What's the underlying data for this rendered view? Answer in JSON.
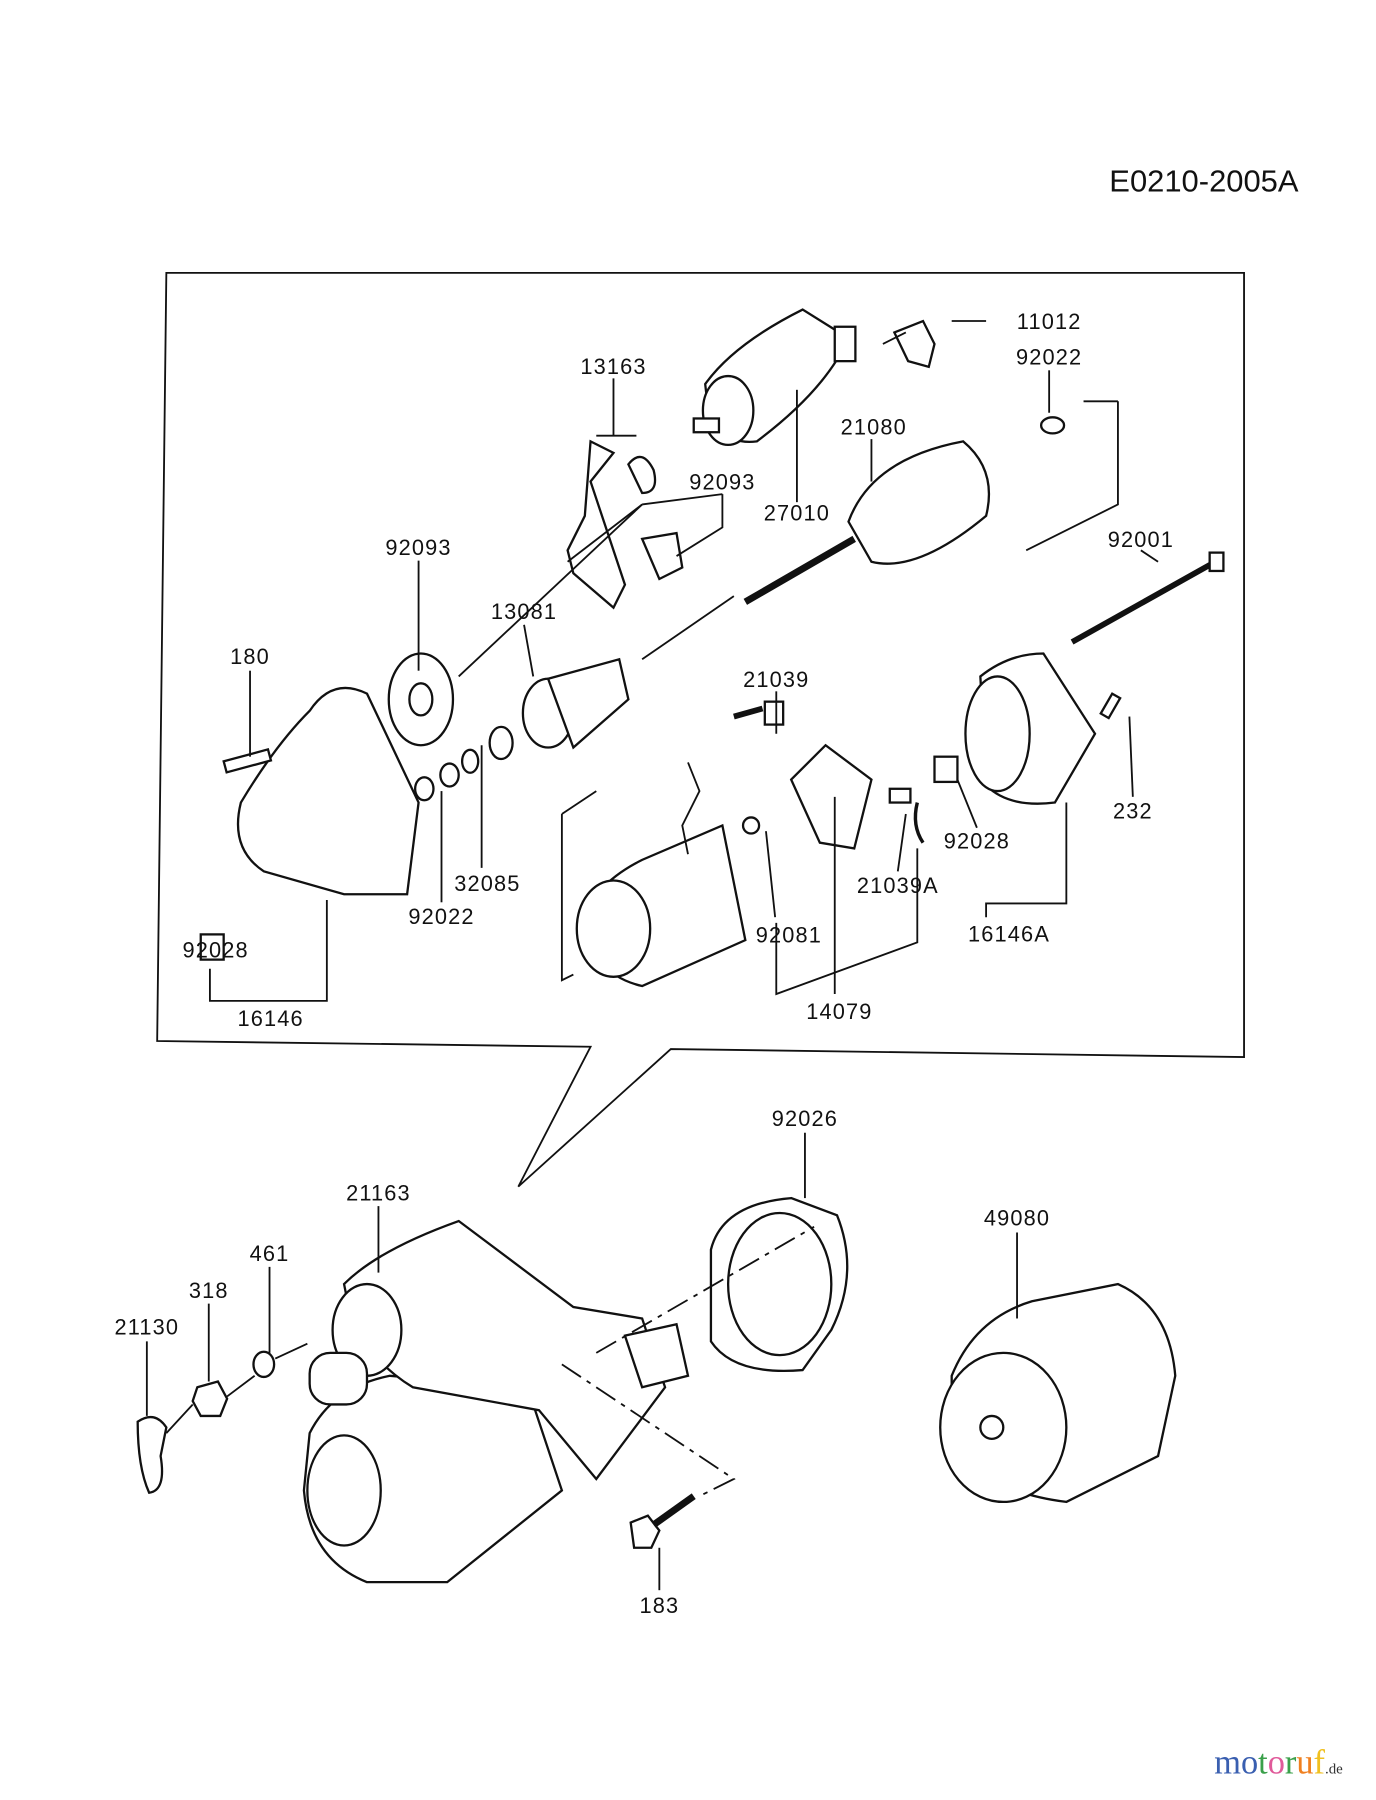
{
  "diagram_code": "E0210-2005A",
  "watermark": {
    "main": "motoruf",
    "suffix": ".de",
    "colors": [
      "#3a5fb0",
      "#3aa04a",
      "#e05a9a",
      "#f08020",
      "#f0c020"
    ]
  },
  "part_labels": {
    "p11012": "11012",
    "p92022a": "92022",
    "p13163": "13163",
    "p21080": "21080",
    "p92093a": "92093",
    "p27010": "27010",
    "p92093b": "92093",
    "p92001": "92001",
    "p13081": "13081",
    "p180": "180",
    "p21039": "21039",
    "p232": "232",
    "p92028a": "92028",
    "p21039A": "21039A",
    "p32085": "32085",
    "p92022b": "92022",
    "p92081": "92081",
    "p16146A": "16146A",
    "p92028b": "92028",
    "p14079": "14079",
    "p16146": "16146",
    "p92026": "92026",
    "p49080": "49080",
    "p21163": "21163",
    "p461": "461",
    "p318": "318",
    "p21130": "21130",
    "p183": "183"
  }
}
